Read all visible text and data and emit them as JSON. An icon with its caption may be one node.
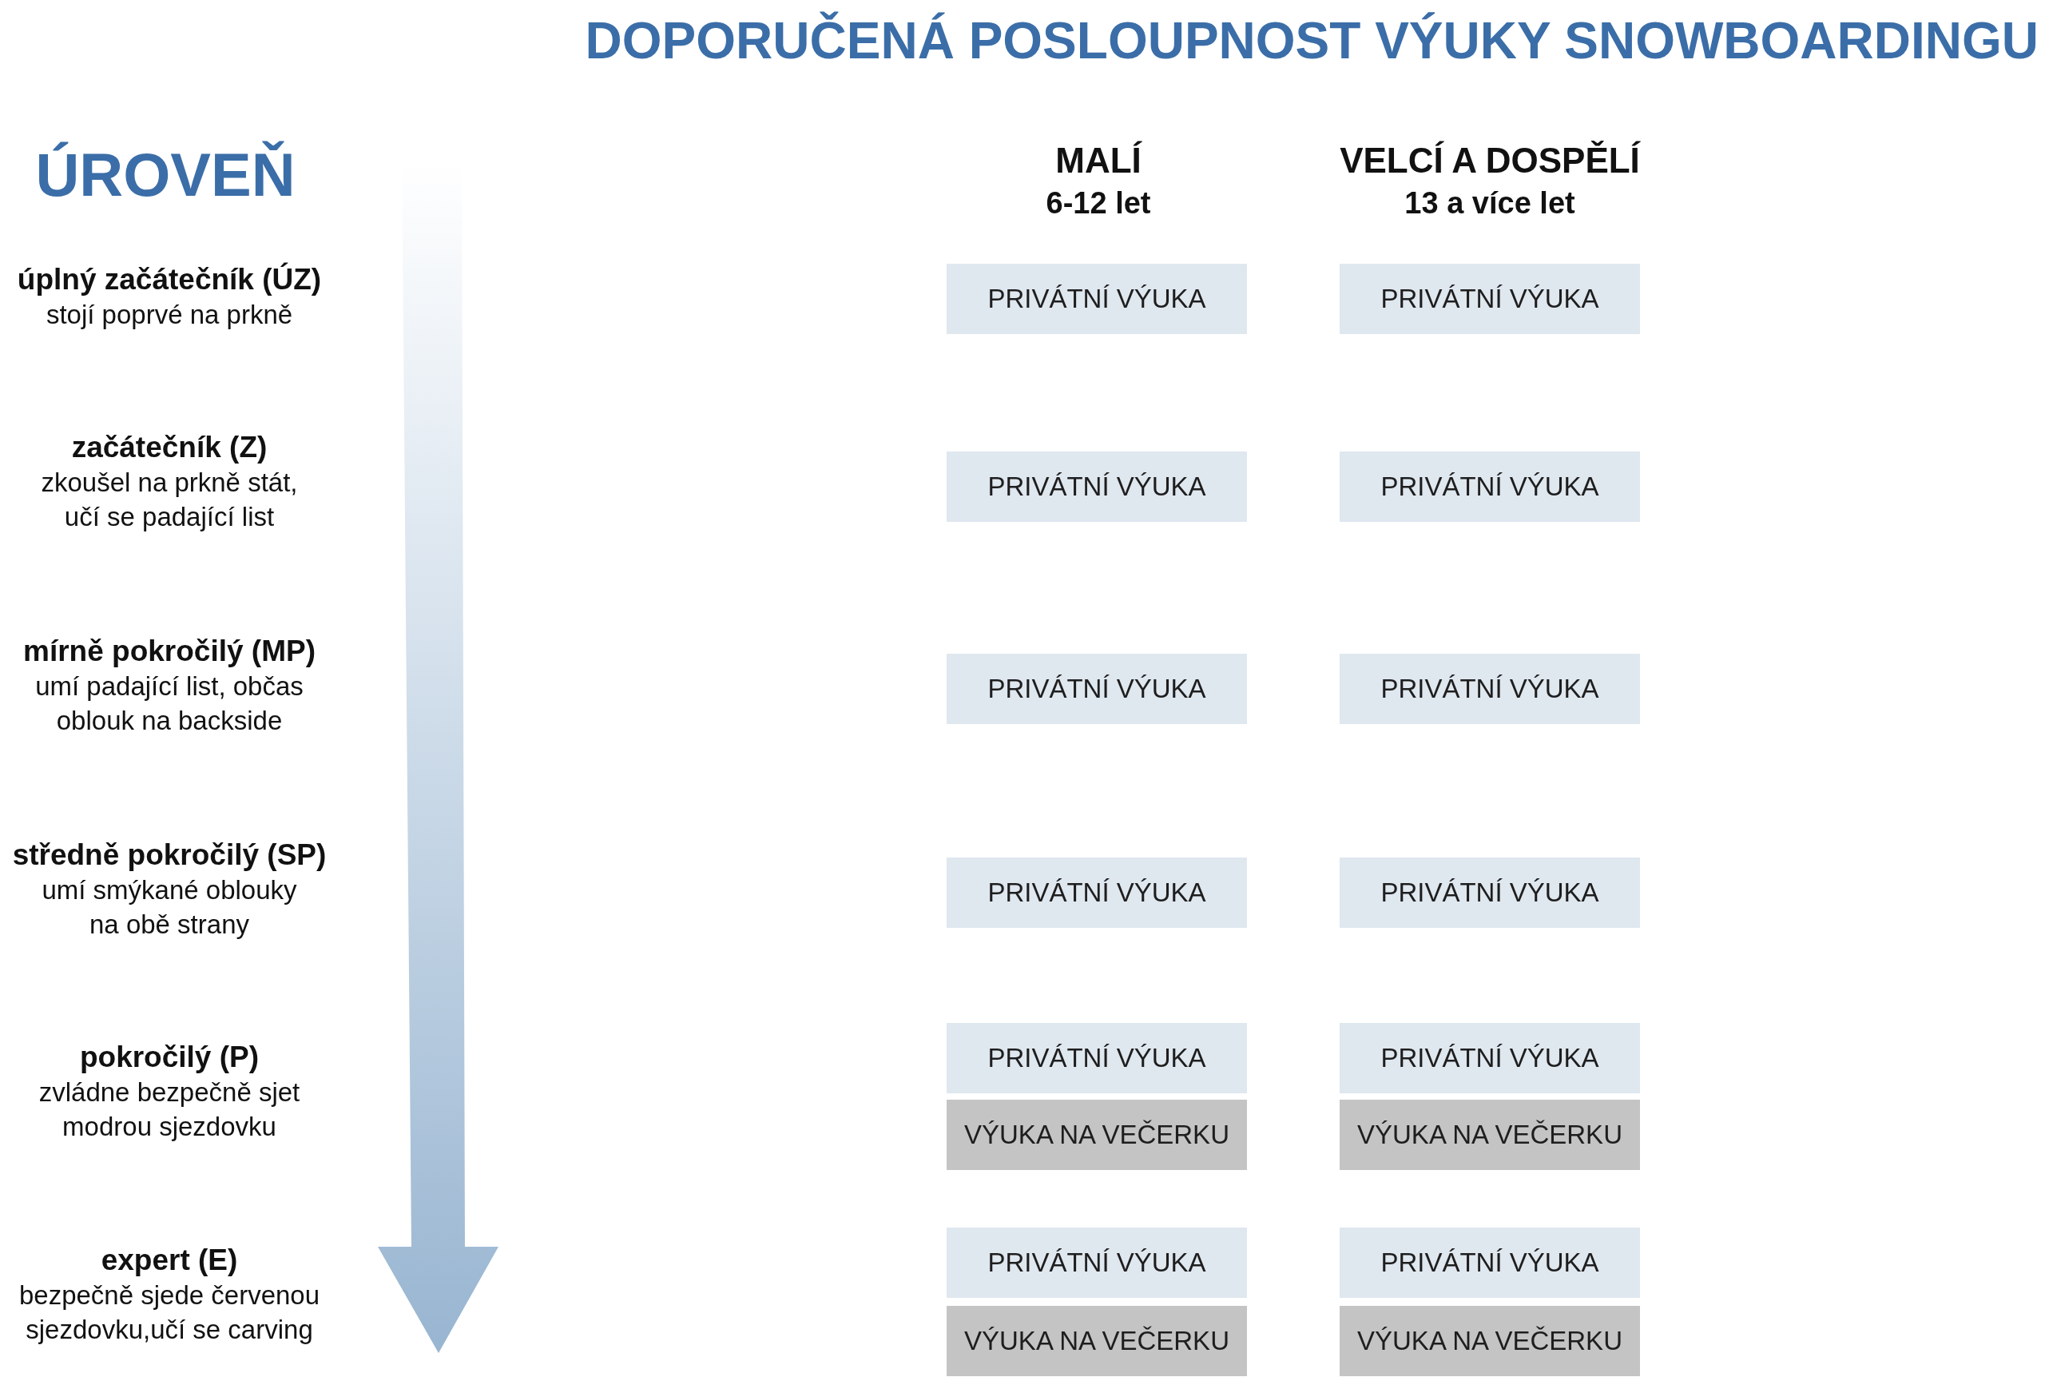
{
  "diagram": {
    "title": "DOPORUČENÁ POSLOUPNOST VÝUKY SNOWBOARDINGU",
    "nodes": [
      {
        "text": [
          "PRIVÁTNÍ VÝUKA"
        ]
      },
      {
        "text": [
          "PRIVÁTNÍ VÝUKA"
        ]
      },
      {
        "text": [
          "PRIVÁTNÍ VÝUKA"
        ]
      },
      {
        "text": [
          "PRIVÁTNÍ VÝUKA"
        ]
      },
      {
        "text": [
          "PRIVÁTNÍ VÝUKA"
        ]
      },
      {
        "text": [
          "PRIVÁTNÍ VÝUKA"
        ]
      },
      {
        "text": [
          "PRIVÁTNÍ VÝUKA"
        ]
      },
      {
        "text": [
          "PRIVÁTNÍ VÝUKA"
        ]
      },
      {
        "text": [
          "PRIVÁTNÍ VÝUKA"
        ]
      },
      {
        "text": [
          "PRIVÁTNÍ VÝUKA"
        ]
      },
      {
        "text": [
          "VÝUKA NA VEČERKU"
        ]
      },
      {
        "text": [
          "VÝUKA NA VEČERKU"
        ]
      },
      {
        "text": [
          "PRIVÁTNÍ VÝUKA"
        ]
      },
      {
        "text": [
          "PRIVÁTNÍ VÝUKA"
        ]
      },
      {
        "text": [
          "VÝUKA NA VEČERKU"
        ]
      },
      {
        "text": [
          "VÝUKA NA VEČERKU"
        ]
      }
    ],
    "edges": [],
    "labels": [
      "ÚROVEŇ",
      "MALÍ",
      "6-12 let",
      "VELCÍ A DOSPĚLÍ",
      "13 a více let",
      "úplný začátečník (ÚZ)",
      "stojí poprvé na prkně",
      "začátečník (Z)",
      "zkoušel na prkně stát, učí se padající list",
      "mírně pokročilý (MP)",
      "umí padající list, občas oblouk na backside",
      "středně pokročilý (SP)",
      "umí smýkané oblouky na obě strany",
      "pokročilý (P)",
      "zvládne bezpečně sjet modrou sjezdovku",
      "expert (E)",
      "bezpečně sjede červenou sjezdovku,učí se carving"
    ]
  }
}
